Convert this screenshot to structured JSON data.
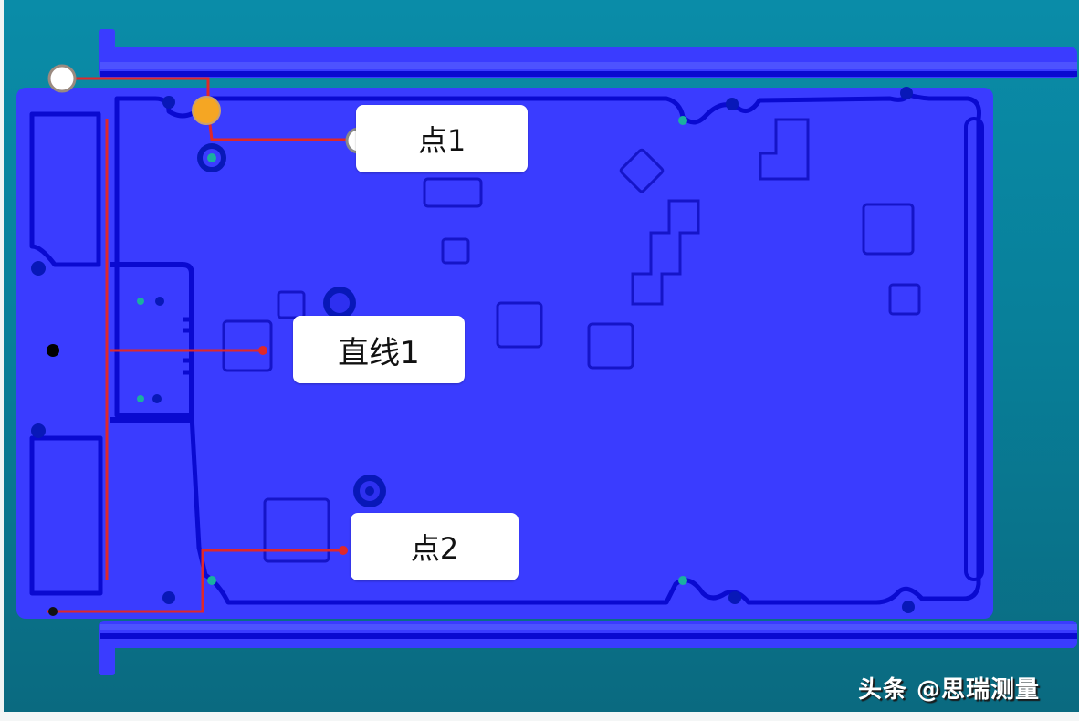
{
  "annotations": {
    "point1": {
      "label": "点1",
      "marker": "white-circle"
    },
    "line1": {
      "label": "直线1"
    },
    "point2": {
      "label": "点2"
    },
    "origin_marker": {
      "color": "#f5a623"
    }
  },
  "watermark": {
    "text": "头条 @思瑞测量"
  },
  "colors": {
    "background": "#0a8ca8",
    "part_body": "#3a3cff",
    "part_edge": "#0a0ad0",
    "annotation_line": "#e0282a",
    "label_bg": "#ffffff"
  }
}
